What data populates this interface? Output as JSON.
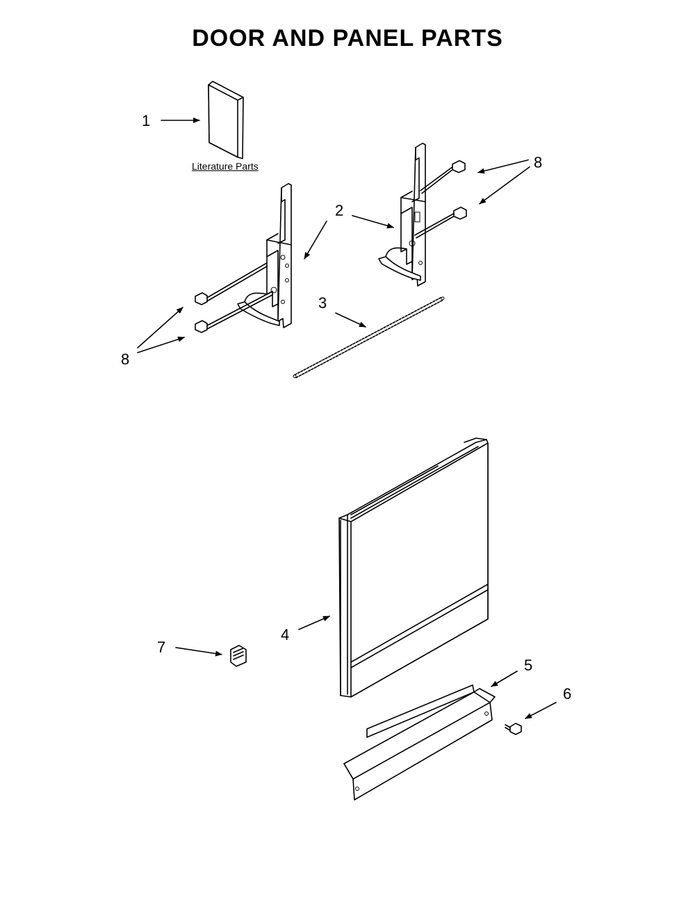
{
  "title": "DOOR AND PANEL PARTS",
  "literature_label": "Literature Parts",
  "callouts": {
    "c1": "1",
    "c2": "2",
    "c3": "3",
    "c4": "4",
    "c5": "5",
    "c6": "6",
    "c7": "7",
    "c8_left": "8",
    "c8_right": "8"
  }
}
